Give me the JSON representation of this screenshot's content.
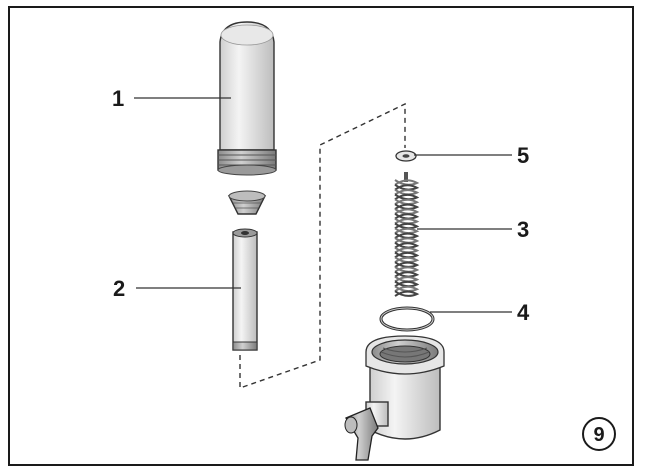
{
  "figure_number": "9",
  "callouts": [
    {
      "id": "1",
      "label": "1"
    },
    {
      "id": "2",
      "label": "2"
    },
    {
      "id": "3",
      "label": "3"
    },
    {
      "id": "4",
      "label": "4"
    },
    {
      "id": "5",
      "label": "5"
    }
  ]
}
